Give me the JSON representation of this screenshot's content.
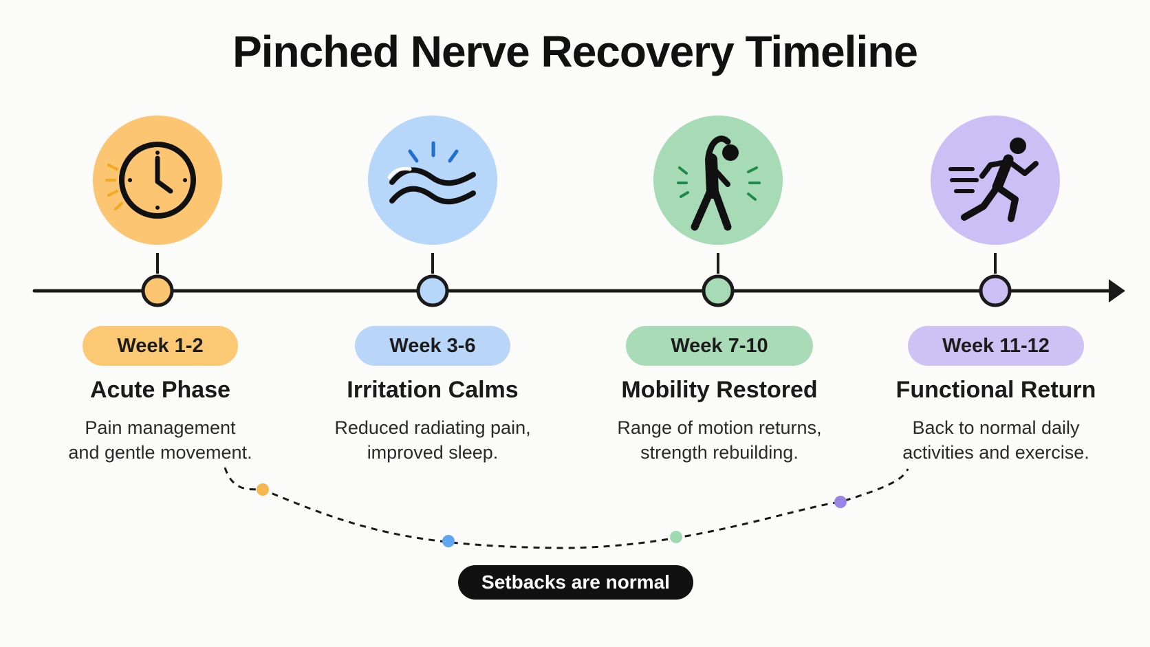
{
  "title": "Pinched Nerve Recovery  Timeline",
  "colors": {
    "line": "#1a1a1a",
    "badge_bg": "#111111",
    "badge_text": "#ffffff"
  },
  "phases": [
    {
      "week": "Week 1-2",
      "title": "Acute Phase",
      "desc_line1": "Pain management",
      "desc_line2": "and gentle movement.",
      "icon": "clock-icon",
      "circle_color": "#fbc572",
      "pill_color": "#fbc974",
      "dot_color": "#f5b74e"
    },
    {
      "week": "Week 3-6",
      "title": "Irritation Calms",
      "desc_line1": "Reduced radiating pain,",
      "desc_line2": "improved sleep.",
      "icon": "waves-icon",
      "circle_color": "#b6d6fa",
      "pill_color": "#b9d6f8",
      "dot_color": "#5ea6ef"
    },
    {
      "week": "Week 7-10",
      "title": "Mobility Restored",
      "desc_line1": "Range of motion returns,",
      "desc_line2": "strength rebuilding.",
      "icon": "stretching-person-icon",
      "circle_color": "#a6dbb5",
      "pill_color": "#a9dcb6",
      "dot_color": "#9fd9b0"
    },
    {
      "week": "Week 11-12",
      "title": "Functional Return",
      "desc_line1": "Back to normal daily",
      "desc_line2": "activities and exercise.",
      "icon": "running-person-icon",
      "circle_color": "#cbbff5",
      "pill_color": "#cdc2f3",
      "dot_color": "#9886e6"
    }
  ],
  "setback_label": "Setbacks are normal"
}
